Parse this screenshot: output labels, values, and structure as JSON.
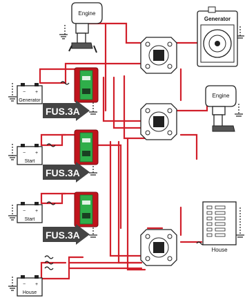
{
  "labels": {
    "engine_top": "Engine",
    "engine_right": "Engine",
    "generator": "Generator",
    "battery_generator": "Generator",
    "battery_start_1": "Start",
    "battery_start_2": "Start",
    "battery_house": "House",
    "house_panel": "House",
    "fuse_1": "FUS.3A",
    "fuse_2": "FUS.3A",
    "fuse_3": "FUS.3A"
  },
  "colors": {
    "wire_red": "#d11f2a",
    "wire_black": "#1a1a1a",
    "relay_red": "#c0141c",
    "relay_green": "#2fae4a",
    "arrow": "#444444",
    "outline": "#222222"
  }
}
